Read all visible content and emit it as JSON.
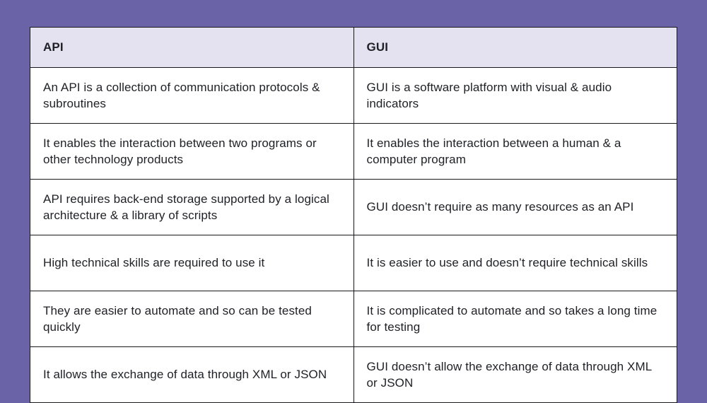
{
  "colors": {
    "page_background": "#6a63a8",
    "header_background": "#e4e2f1",
    "cell_background": "#ffffff",
    "border": "#17171c",
    "text": "#1f2025"
  },
  "table": {
    "headers": [
      "API",
      "GUI"
    ],
    "rows": [
      [
        "An API is a collection of communication protocols & subroutines",
        "GUI is a software platform with visual & audio indicators"
      ],
      [
        "It enables the interaction between two programs or other technology products",
        "It enables the interaction between a human & a computer program"
      ],
      [
        "API requires back-end storage supported by a logical architecture & a library of scripts",
        "GUI doesn’t require as many resources as an API"
      ],
      [
        "High technical skills are required to use it",
        "It is easier to use and doesn’t require technical skills"
      ],
      [
        "They are easier to automate and so can be tested quickly",
        "It is complicated to automate and so takes a long time for testing"
      ],
      [
        "It allows the exchange of data through XML or JSON",
        "GUI doesn’t allow the exchange of data through XML or JSON"
      ]
    ]
  }
}
